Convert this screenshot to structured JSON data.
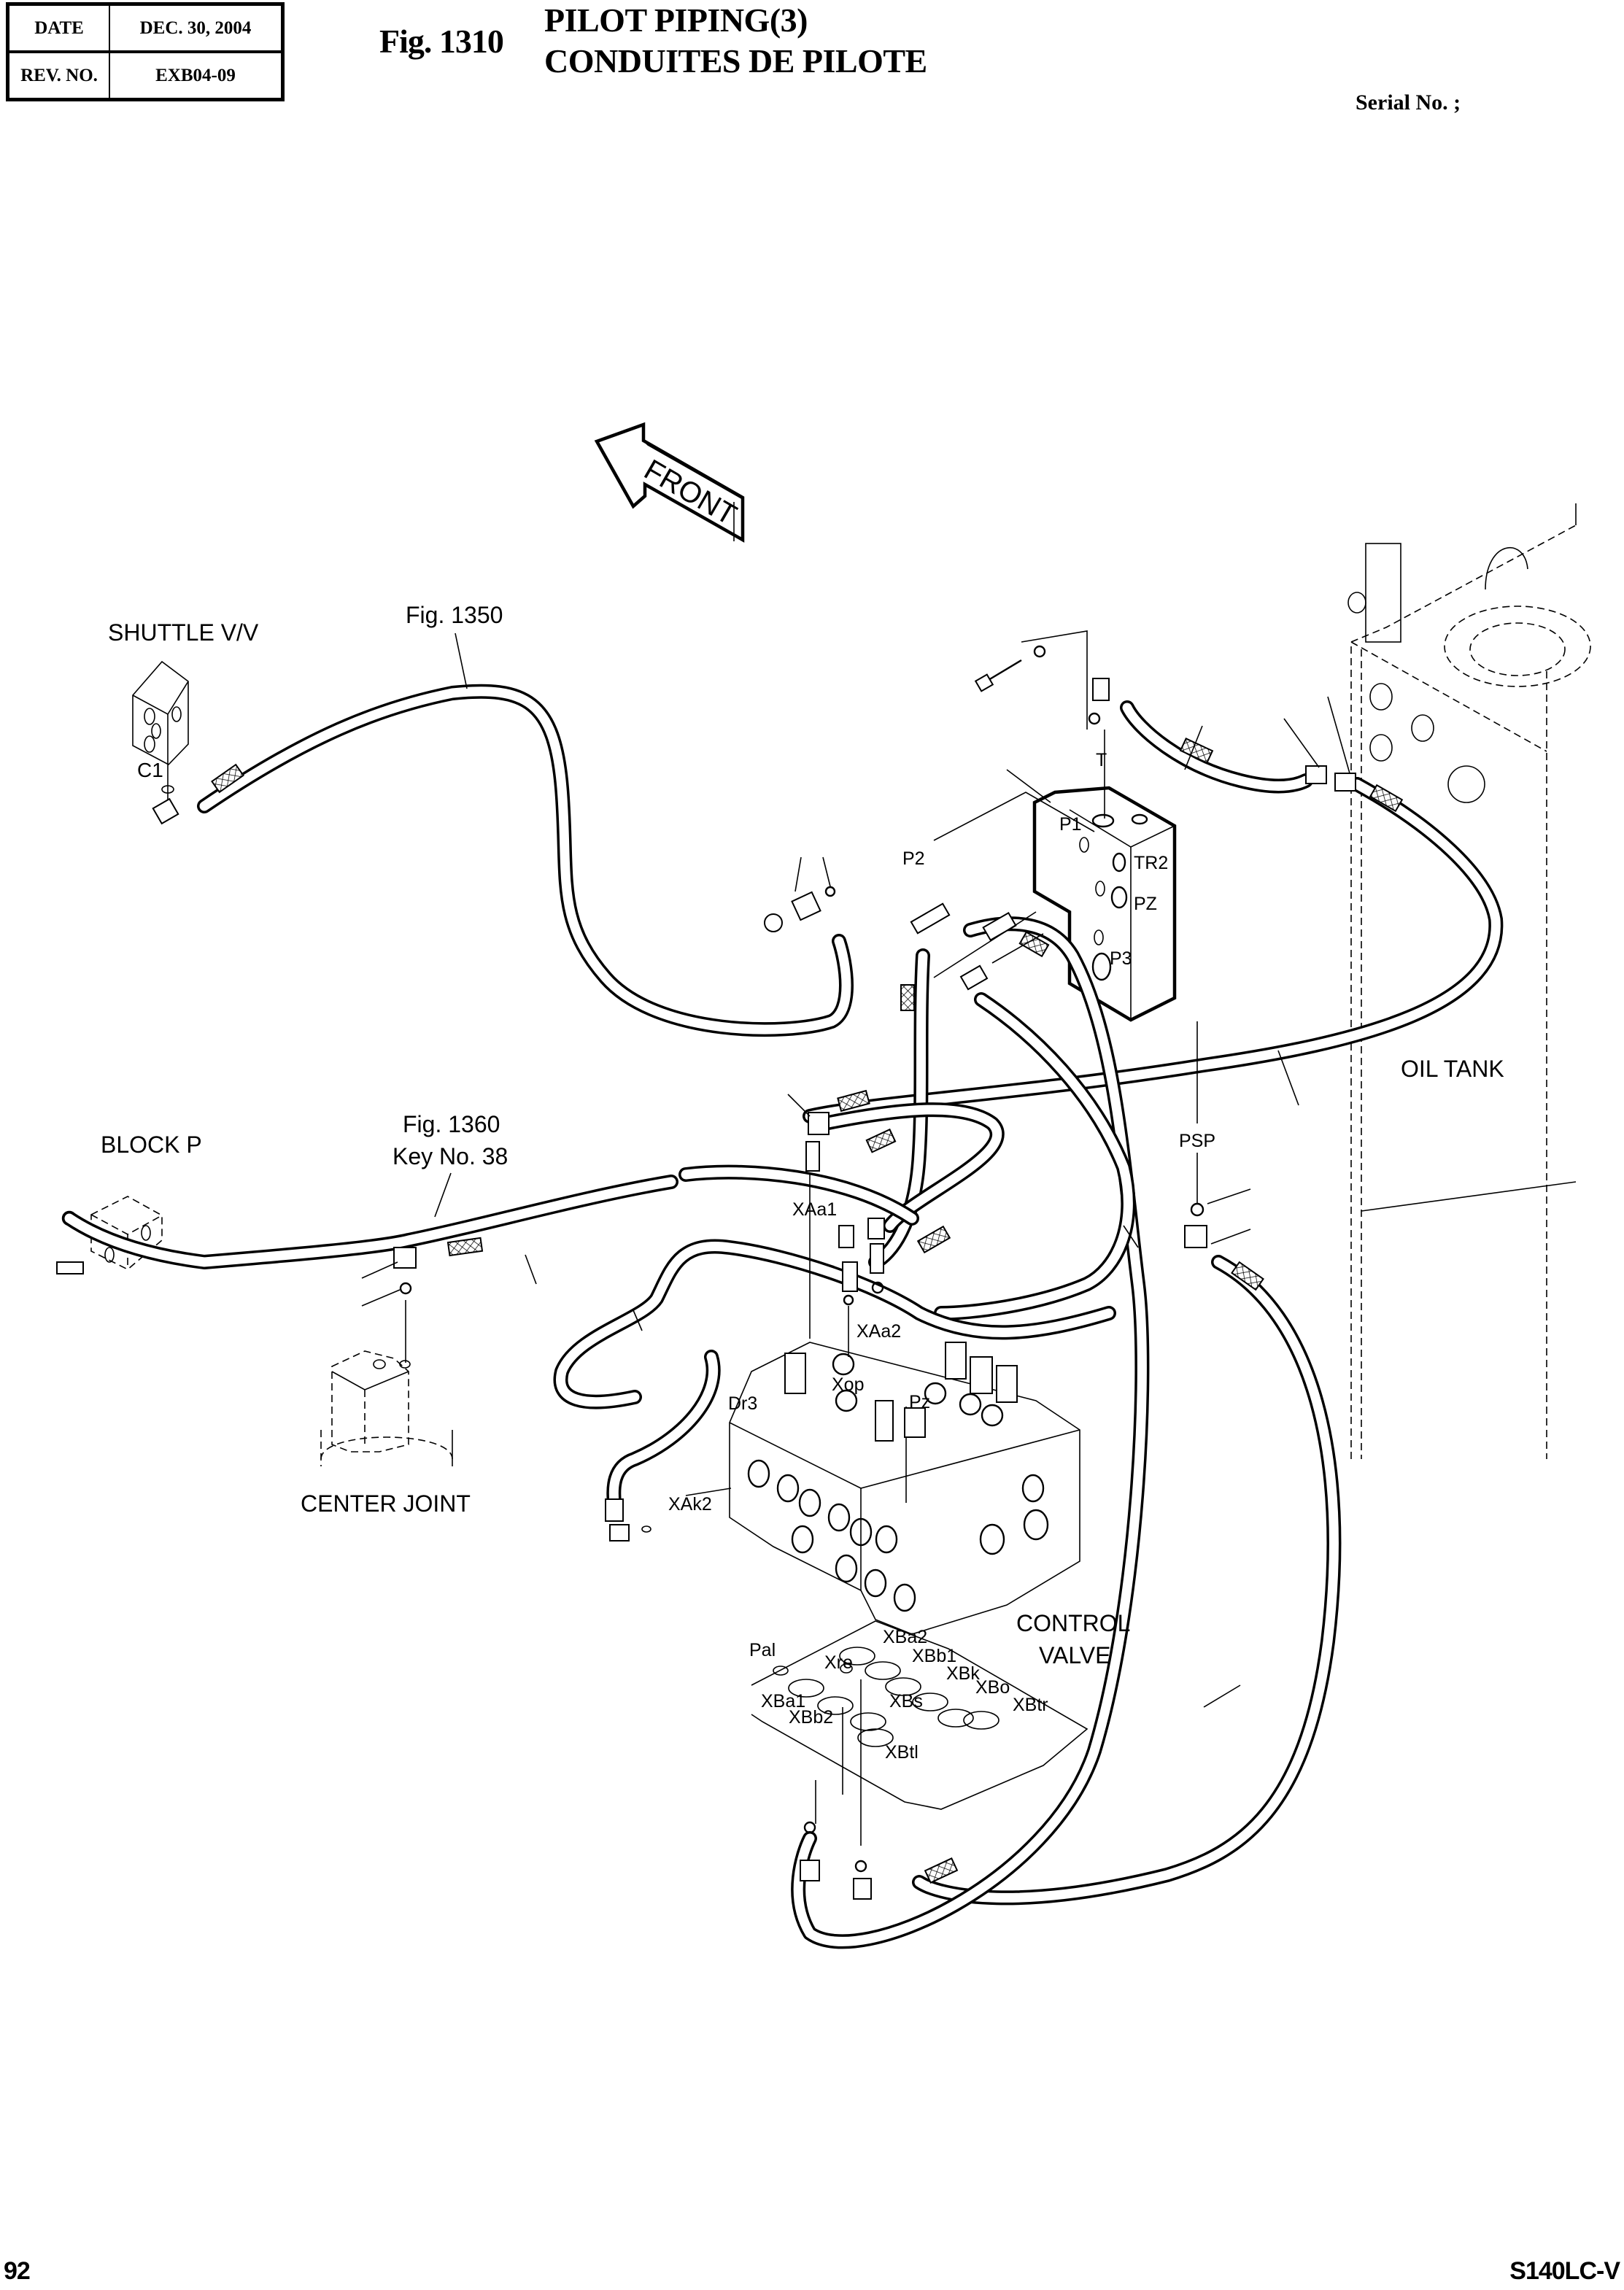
{
  "header": {
    "date_label": "DATE",
    "date_value": "DEC. 30, 2004",
    "rev_label": "REV. NO.",
    "rev_value": "EXB04-09",
    "fig_number": "Fig. 1310",
    "title_en": "PILOT PIPING(3)",
    "title_fr": "CONDUITES DE PILOTE",
    "serial": "Serial No. ;"
  },
  "footer": {
    "page_number": "92",
    "model": "S140LC-V"
  },
  "diagram": {
    "front_arrow": "FRONT",
    "components": {
      "shuttle_valve": "SHUTTLE V/V",
      "block_p": "BLOCK P",
      "center_joint": "CENTER JOINT",
      "oil_tank": "OIL TANK",
      "control_valve_line1": "CONTROL",
      "control_valve_line2": "VALVE"
    },
    "references": {
      "fig_1350": "Fig. 1350",
      "fig_1360": "Fig. 1360",
      "key_no_38": "Key No. 38"
    },
    "ports": {
      "c1": "C1",
      "t": "T",
      "p1": "P1",
      "p2": "P2",
      "p3": "P3",
      "tr2": "TR2",
      "pz_block": "PZ",
      "psp": "PSP",
      "xaa1": "XAa1",
      "xaa2": "XAa2",
      "xop": "Xop",
      "pz": "Pz",
      "dr3": "Dr3",
      "xak2": "XAk2",
      "pal": "Pal",
      "xre": "Xre",
      "xba2": "XBa2",
      "xbb1": "XBb1",
      "xbk": "XBk",
      "xbo": "XBo",
      "xba1": "XBa1",
      "xbs": "XBs",
      "xbtr": "XBtr",
      "xbb2": "XBb2",
      "xbtl": "XBtl"
    }
  }
}
